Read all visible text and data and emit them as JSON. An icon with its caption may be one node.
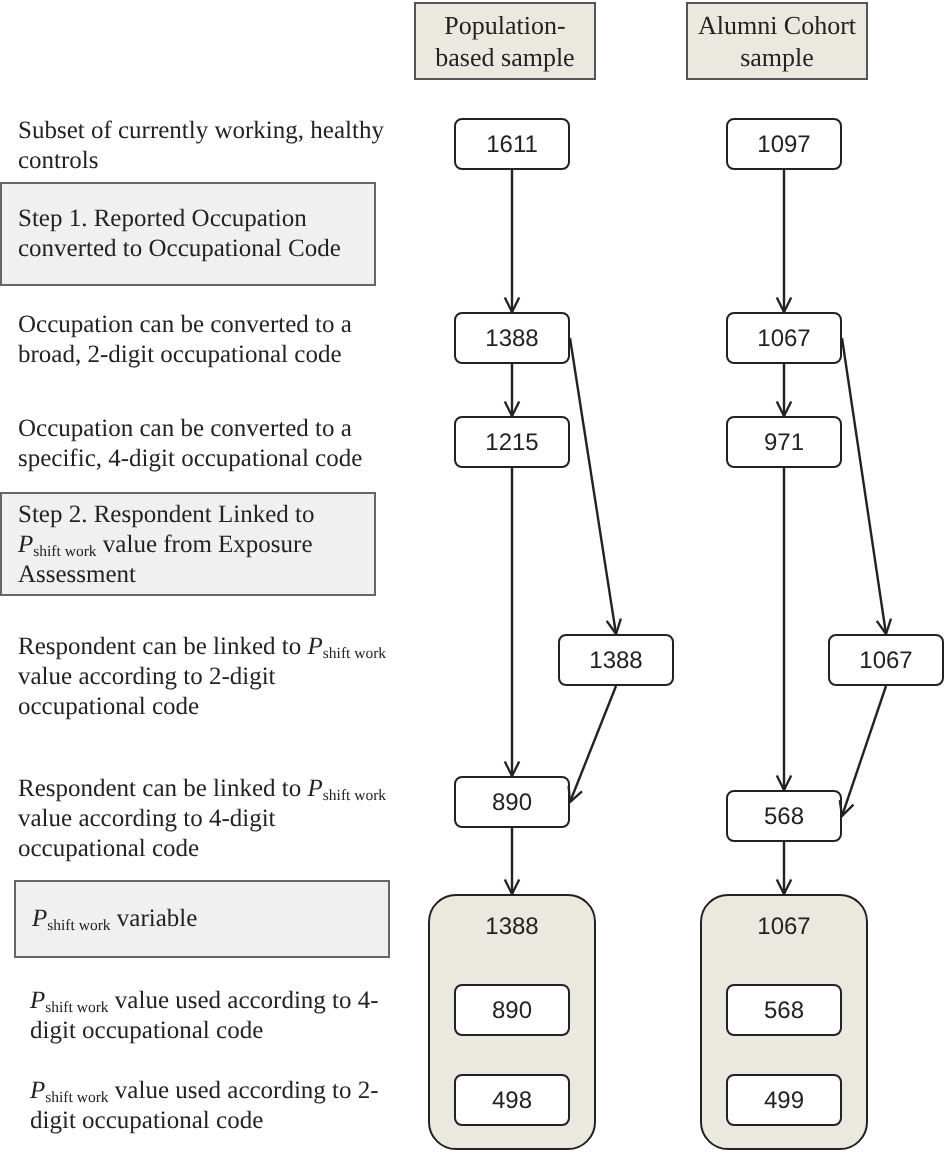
{
  "diagram": {
    "nodes": [
      {
        "text": [
          "Population-based sample"
        ]
      },
      {
        "text": [
          "Alumni Cohort sample"
        ]
      },
      {
        "text": [
          "Step 1. Reported Occupation converted to Occupational Code"
        ]
      },
      {
        "text": [
          "1611"
        ]
      },
      {
        "text": [
          "1097"
        ]
      },
      {
        "text": [
          "1388"
        ]
      },
      {
        "text": [
          "1067"
        ]
      },
      {
        "text": [
          "1215"
        ]
      },
      {
        "text": [
          "971"
        ]
      },
      {
        "text": [
          "Step 2. Respondent Linked to *P*$_{shift work}$ value from Exposure Assessment"
        ]
      },
      {
        "text": [
          "1388"
        ]
      },
      {
        "text": [
          "1067"
        ]
      },
      {
        "text": [
          "890"
        ]
      },
      {
        "text": [
          "568"
        ]
      },
      {
        "text": [
          "*P*$_{shift work}$ variable"
        ]
      },
      {
        "text": [
          "1388"
        ]
      },
      {
        "text": [
          "1067"
        ]
      },
      {
        "text": [
          "890"
        ],
        "in": 15
      },
      {
        "text": [
          "498"
        ],
        "in": 15
      },
      {
        "text": [
          "568"
        ],
        "in": 16
      },
      {
        "text": [
          "499"
        ],
        "in": 16
      }
    ],
    "edges": [
      {
        "from": 3,
        "to": 5,
        "arrow": "to"
      },
      {
        "from": 5,
        "to": 7,
        "arrow": "to"
      },
      {
        "from": 5,
        "to": 10,
        "arrow": "to"
      },
      {
        "from": 7,
        "to": 12,
        "arrow": "to"
      },
      {
        "from": 10,
        "to": 12,
        "arrow": "to"
      },
      {
        "from": 12,
        "to": 15,
        "arrow": "to"
      },
      {
        "from": 4,
        "to": 6,
        "arrow": "to"
      },
      {
        "from": 6,
        "to": 8,
        "arrow": "to"
      },
      {
        "from": 6,
        "to": 11,
        "arrow": "to"
      },
      {
        "from": 8,
        "to": 13,
        "arrow": "to"
      },
      {
        "from": 11,
        "to": 13,
        "arrow": "to"
      },
      {
        "from": 13,
        "to": 16,
        "arrow": "to"
      }
    ],
    "labels": [
      "Subset of currently working, healthy controls",
      "Occupation can be converted to a broad, 2-digit occupational code",
      "Occupation can be converted to a specific, 4-digit occupational code",
      "Respondent can be linked to *P*$_{shift work}$ value according to 2-digit occupational code",
      "Respondent can be linked to *P*$_{shift work}$ value according to 4-digit occupational code",
      "*P*$_{shift work}$ value used according to 4-digit occupational code",
      "*P*$_{shift work}$ value used according to 2-digit occupational code"
    ]
  }
}
